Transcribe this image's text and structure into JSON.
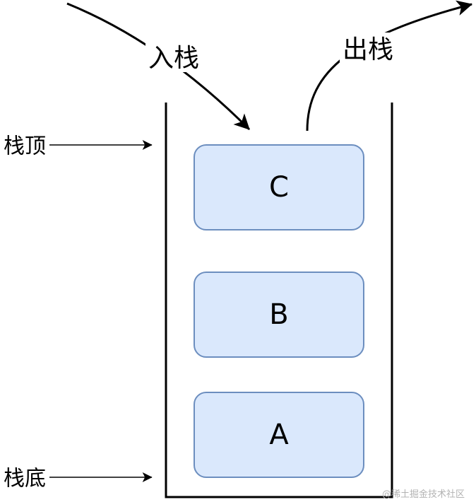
{
  "labels": {
    "push": "入栈",
    "pop": "出栈",
    "top": "栈顶",
    "bottom": "栈底"
  },
  "items": [
    {
      "label": "C"
    },
    {
      "label": "B"
    },
    {
      "label": "A"
    }
  ],
  "colors": {
    "item_fill": "#dae8fc",
    "item_stroke": "#6c8ebf",
    "line": "#000000",
    "watermark": "#b3b3b3"
  },
  "watermark": "@稀土掘金技术社区"
}
